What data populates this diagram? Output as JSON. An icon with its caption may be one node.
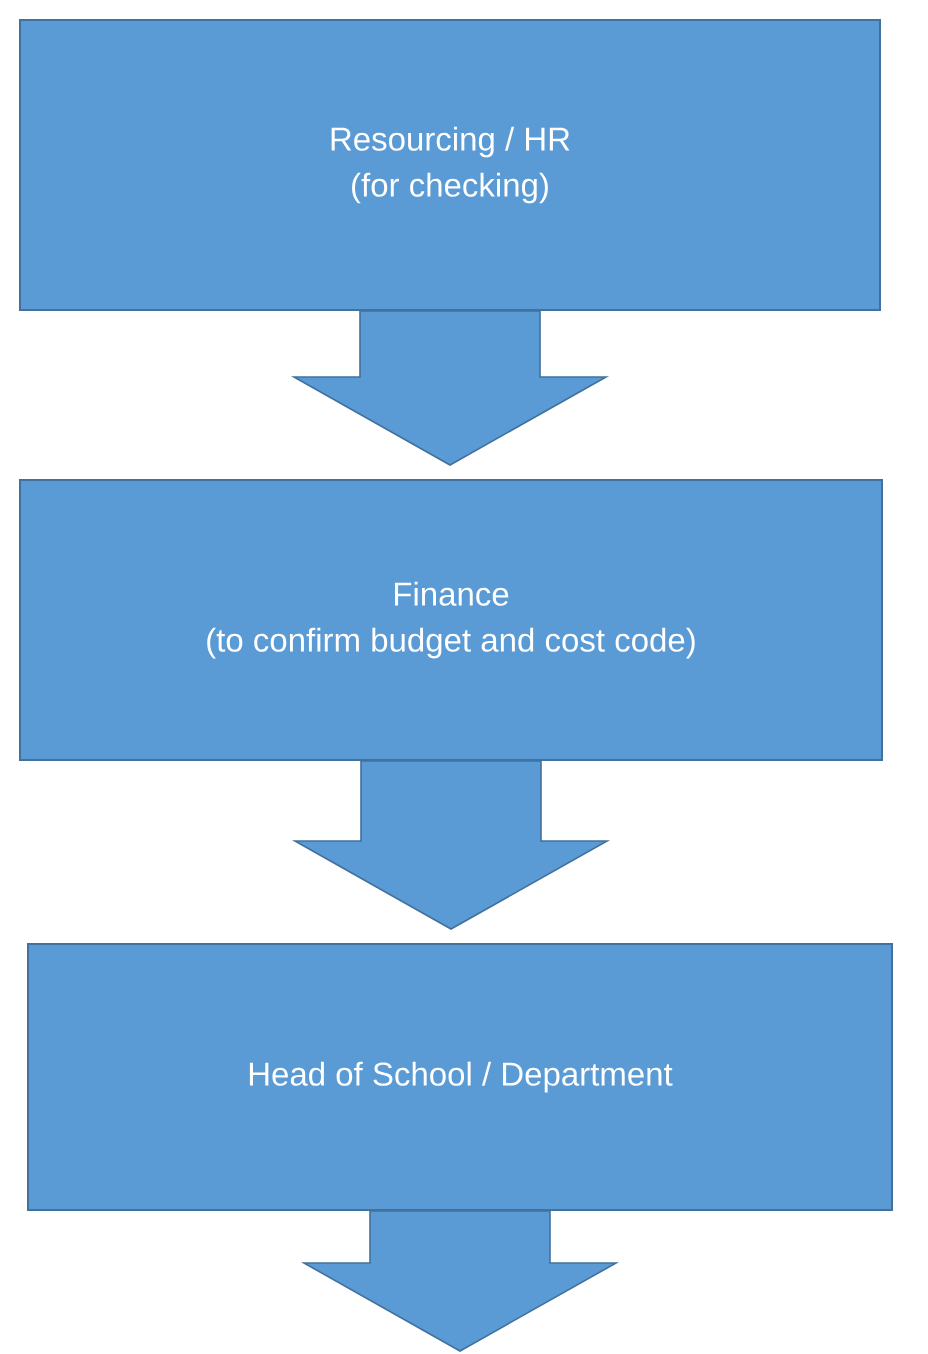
{
  "diagram": {
    "nodes": [
      {
        "text": [
          "Resourcing / HR",
          "(for checking)"
        ]
      },
      {
        "text": [
          "Finance",
          "(to confirm budget and cost code)"
        ]
      },
      {
        "text": [
          "Head of School / Department"
        ]
      }
    ],
    "edges": [
      {
        "from": 0,
        "to": 1,
        "arrow": "to"
      },
      {
        "from": 1,
        "to": 2,
        "arrow": "to"
      },
      {
        "from": 2,
        "to": null,
        "arrow": "to"
      }
    ]
  }
}
